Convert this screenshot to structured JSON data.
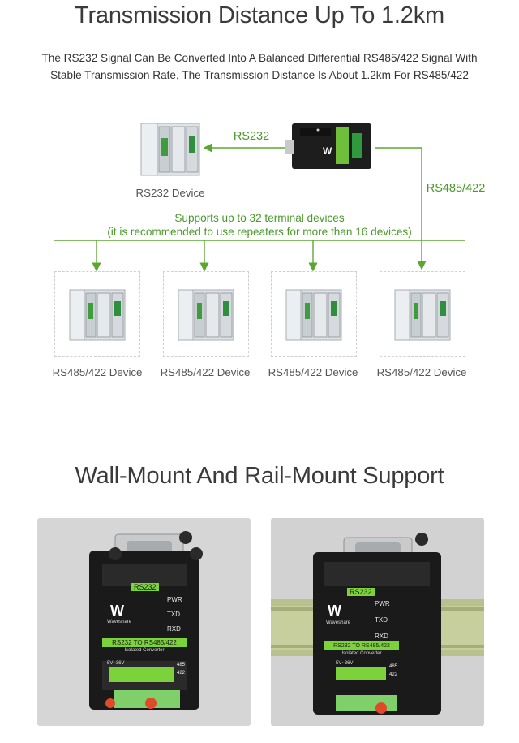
{
  "section1": {
    "title": "Transmission Distance Up To 1.2km",
    "description_line1": "The RS232 Signal Can Be Converted Into A Balanced Differential RS485/422 Signal With",
    "description_line2": "Stable Transmission Rate, The Transmission Distance Is About 1.2km For RS485/422"
  },
  "diagram": {
    "rs232_link_label": "RS232",
    "rs485_link_label": "RS485/422",
    "rs232_device_label": "RS232 Device",
    "bus_note_line1": "Supports up to 32 terminal devices",
    "bus_note_line2": "(it is recommended to use repeaters for more than 16 devices)",
    "devices": [
      {
        "label": "RS485/422 Device"
      },
      {
        "label": "RS485/422 Device"
      },
      {
        "label": "RS485/422 Device"
      },
      {
        "label": "RS485/422 Device"
      }
    ],
    "accent_color": "#5aa832"
  },
  "section2": {
    "title": "Wall-Mount And Rail-Mount Support"
  },
  "product": {
    "top_tag": "RS232",
    "leds": [
      "PWR",
      "TXD",
      "RXD"
    ],
    "brand": "Waveshare",
    "model_label": "RS232 TO RS485/422",
    "sub_label": "Isolated Converter",
    "voltage": "5V~36V",
    "port_485": "485",
    "port_422": "422"
  }
}
